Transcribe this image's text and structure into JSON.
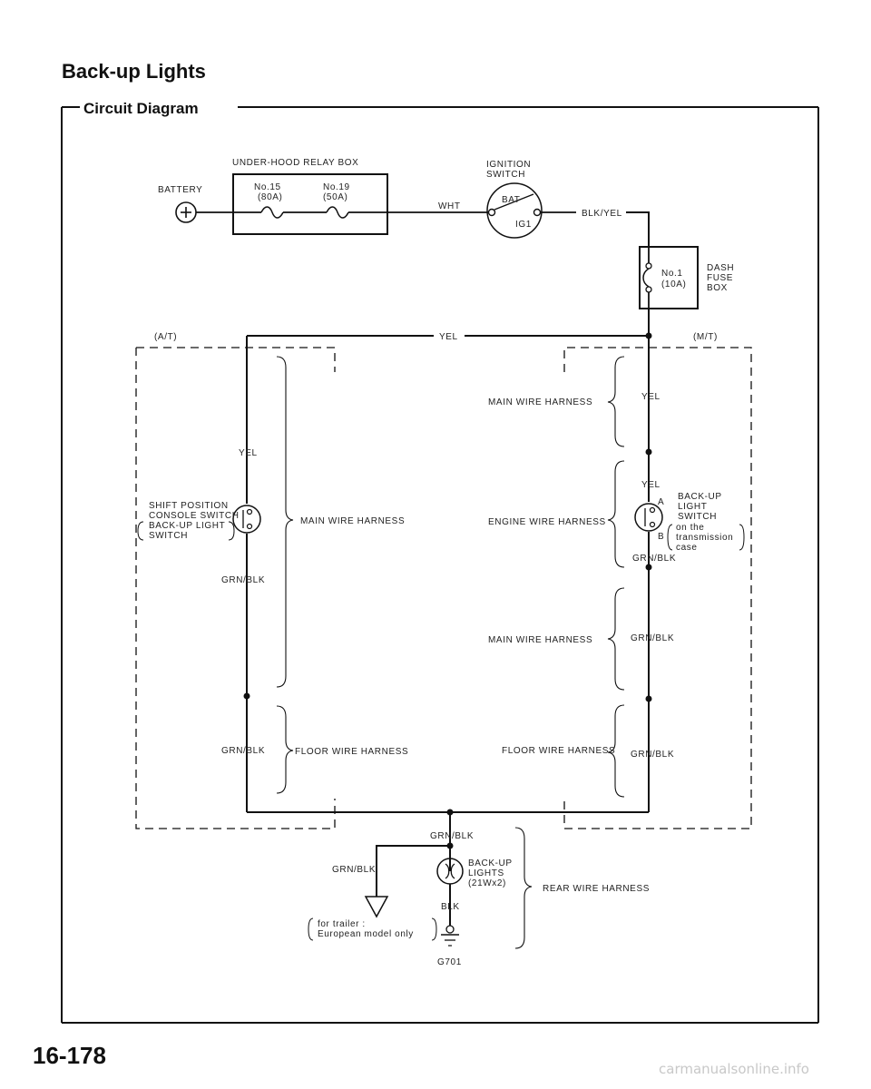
{
  "page": {
    "title": "Back-up Lights",
    "section": "Circuit Diagram",
    "page_number": "16-178",
    "watermark": "carmanualsonline.info"
  },
  "top": {
    "battery": "BATTERY",
    "relay_box": "UNDER-HOOD RELAY BOX",
    "fuse15_name": "No.15",
    "fuse15_rating": "(80A)",
    "fuse19_name": "No.19",
    "fuse19_rating": "(50A)",
    "wire_wht": "WHT",
    "ignition_line1": "IGNITION",
    "ignition_line2": "SWITCH",
    "bat": "BAT",
    "ig1": "IG1",
    "wire_blkyel": "BLK/YEL",
    "fuse1_name": "No.1",
    "fuse1_rating": "(10A)",
    "dash_line1": "DASH",
    "dash_line2": "FUSE",
    "dash_line3": "BOX",
    "wire_yel": "YEL"
  },
  "at": {
    "label": "(A/T)",
    "wire_yel": "YEL",
    "switch_line1": "SHIFT POSITION",
    "switch_line2": "CONSOLE SWITCH",
    "switch_line3": "BACK-UP LIGHT",
    "switch_line4": "SWITCH",
    "wire_grnblk1": "GRN/BLK",
    "harness_main": "MAIN WIRE HARNESS",
    "wire_grnblk2": "GRN/BLK",
    "harness_floor": "FLOOR WIRE HARNESS"
  },
  "mt": {
    "label": "(M/T)",
    "harness_main1": "MAIN WIRE HARNESS",
    "wire_yel1": "YEL",
    "wire_yel2": "YEL",
    "harness_engine": "ENGINE WIRE HARNESS",
    "term_a": "A",
    "term_b": "B",
    "switch_line1": "BACK-UP",
    "switch_line2": "LIGHT",
    "switch_line3": "SWITCH",
    "switch_line4": "on the",
    "switch_line5": "transmission",
    "switch_line6": "case",
    "wire_grnblk1": "GRN/BLK",
    "harness_main2": "MAIN WIRE HARNESS",
    "wire_grnblk2": "GRN/BLK",
    "harness_floor": "FLOOR WIRE HARNESS",
    "wire_grnblk3": "GRN/BLK"
  },
  "bottom": {
    "wire_grnblk1": "GRN/BLK",
    "wire_grnblk2": "GRN/BLK",
    "lights_line1": "BACK-UP",
    "lights_line2": "LIGHTS",
    "lights_line3": "(21Wx2)",
    "harness_rear": "REAR WIRE HARNESS",
    "wire_blk": "BLK",
    "note_line1": "for trailer :",
    "note_line2": "European model only",
    "ground": "G701"
  }
}
